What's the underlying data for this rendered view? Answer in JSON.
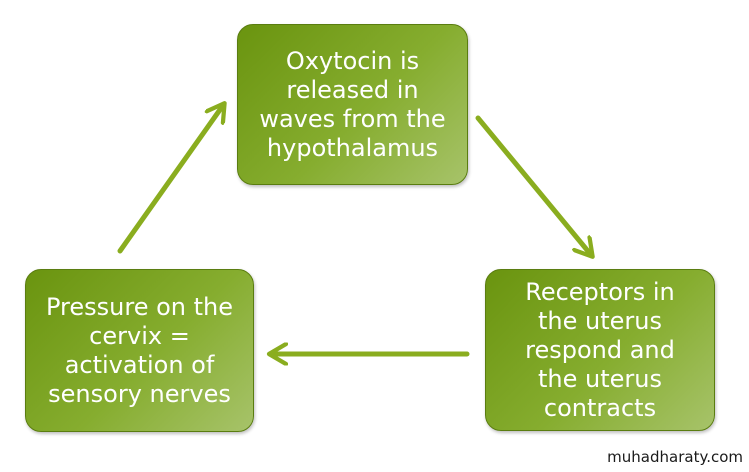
{
  "diagram": {
    "nodes": [
      {
        "id": "top",
        "text": "Oxytocin is\nreleased in\nwaves from the\nhypothalamus"
      },
      {
        "id": "right",
        "text": "Receptors in\nthe uterus\nrespond and\nthe uterus\ncontracts"
      },
      {
        "id": "left",
        "text": "Pressure on the\ncervix =\nactivation of\nsensory nerves"
      }
    ],
    "edges": [
      {
        "from": "top",
        "to": "right"
      },
      {
        "from": "right",
        "to": "left"
      },
      {
        "from": "left",
        "to": "top"
      }
    ],
    "colors": {
      "box_dark": "#6a940f",
      "box_light": "#a7c36a",
      "arrow": "#8aad1f",
      "text": "#ffffff"
    }
  },
  "watermark": "muhadharaty.com"
}
